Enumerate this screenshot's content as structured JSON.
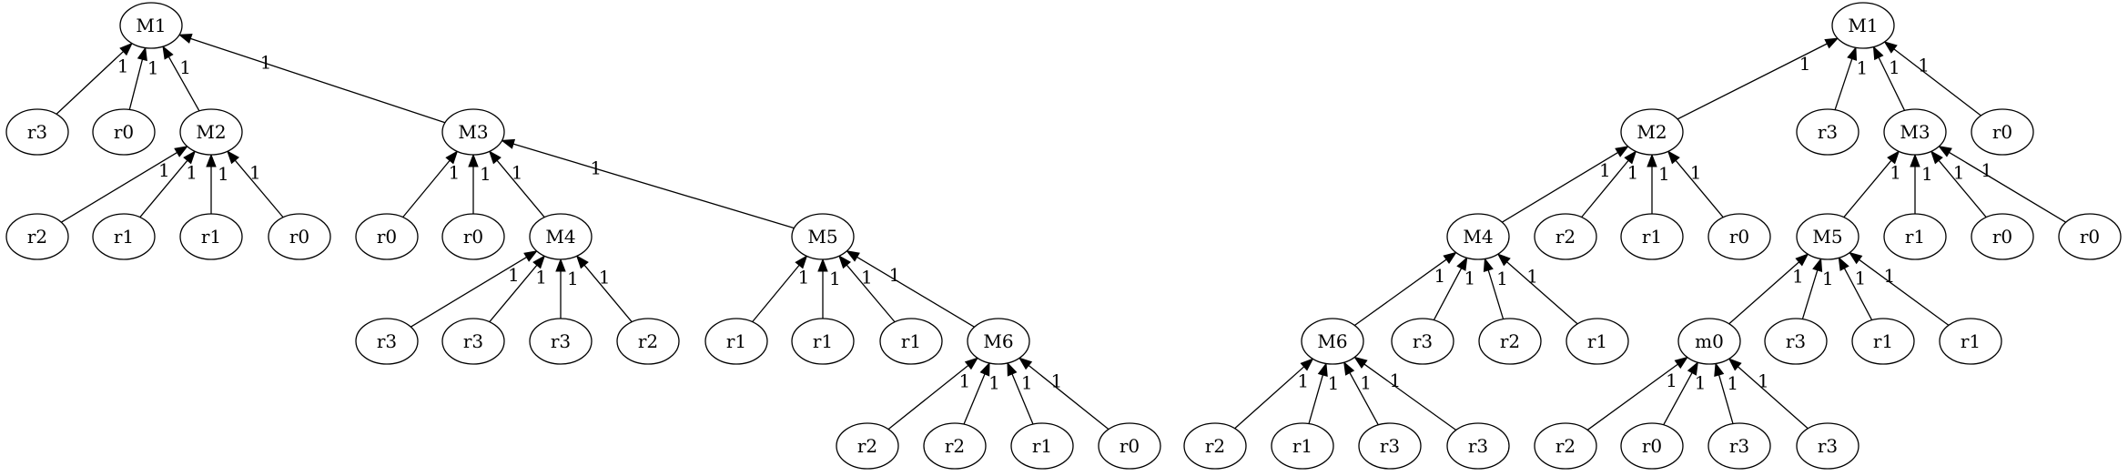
{
  "diagram": {
    "type": "tree",
    "trees": [
      {
        "nodes": [
          {
            "id": "a0",
            "label": "M1"
          },
          {
            "id": "a1",
            "label": "r3"
          },
          {
            "id": "a2",
            "label": "r0"
          },
          {
            "id": "a3",
            "label": "M2"
          },
          {
            "id": "a4",
            "label": "M3"
          },
          {
            "id": "a5",
            "label": "r2"
          },
          {
            "id": "a6",
            "label": "r1"
          },
          {
            "id": "a7",
            "label": "r1"
          },
          {
            "id": "a8",
            "label": "r0"
          },
          {
            "id": "a9",
            "label": "r0"
          },
          {
            "id": "a10",
            "label": "r0"
          },
          {
            "id": "a11",
            "label": "M4"
          },
          {
            "id": "a12",
            "label": "M5"
          },
          {
            "id": "a13",
            "label": "r3"
          },
          {
            "id": "a14",
            "label": "r3"
          },
          {
            "id": "a15",
            "label": "r3"
          },
          {
            "id": "a16",
            "label": "r2"
          },
          {
            "id": "a17",
            "label": "r1"
          },
          {
            "id": "a18",
            "label": "r1"
          },
          {
            "id": "a19",
            "label": "r1"
          },
          {
            "id": "a20",
            "label": "M6"
          },
          {
            "id": "a21",
            "label": "r2"
          },
          {
            "id": "a22",
            "label": "r2"
          },
          {
            "id": "a23",
            "label": "r1"
          },
          {
            "id": "a24",
            "label": "r0"
          }
        ],
        "edges": [
          {
            "from": "a1",
            "to": "a0",
            "label": "1"
          },
          {
            "from": "a2",
            "to": "a0",
            "label": "1"
          },
          {
            "from": "a3",
            "to": "a0",
            "label": "1"
          },
          {
            "from": "a4",
            "to": "a0",
            "label": "1"
          },
          {
            "from": "a5",
            "to": "a3",
            "label": "1"
          },
          {
            "from": "a6",
            "to": "a3",
            "label": "1"
          },
          {
            "from": "a7",
            "to": "a3",
            "label": "1"
          },
          {
            "from": "a8",
            "to": "a3",
            "label": "1"
          },
          {
            "from": "a9",
            "to": "a4",
            "label": "1"
          },
          {
            "from": "a10",
            "to": "a4",
            "label": "1"
          },
          {
            "from": "a11",
            "to": "a4",
            "label": "1"
          },
          {
            "from": "a12",
            "to": "a4",
            "label": "1"
          },
          {
            "from": "a13",
            "to": "a11",
            "label": "1"
          },
          {
            "from": "a14",
            "to": "a11",
            "label": "1"
          },
          {
            "from": "a15",
            "to": "a11",
            "label": "1"
          },
          {
            "from": "a16",
            "to": "a11",
            "label": "1"
          },
          {
            "from": "a17",
            "to": "a12",
            "label": "1"
          },
          {
            "from": "a18",
            "to": "a12",
            "label": "1"
          },
          {
            "from": "a19",
            "to": "a12",
            "label": "1"
          },
          {
            "from": "a20",
            "to": "a12",
            "label": "1"
          },
          {
            "from": "a21",
            "to": "a20",
            "label": "1"
          },
          {
            "from": "a22",
            "to": "a20",
            "label": "1"
          },
          {
            "from": "a23",
            "to": "a20",
            "label": "1"
          },
          {
            "from": "a24",
            "to": "a20",
            "label": "1"
          }
        ]
      },
      {
        "nodes": [
          {
            "id": "b0",
            "label": "M1"
          },
          {
            "id": "b1",
            "label": "M2"
          },
          {
            "id": "b2",
            "label": "r3"
          },
          {
            "id": "b3",
            "label": "M3"
          },
          {
            "id": "b4",
            "label": "r0"
          },
          {
            "id": "b5",
            "label": "M4"
          },
          {
            "id": "b6",
            "label": "r2"
          },
          {
            "id": "b7",
            "label": "r1"
          },
          {
            "id": "b8",
            "label": "r0"
          },
          {
            "id": "b9",
            "label": "M5"
          },
          {
            "id": "b10",
            "label": "r1"
          },
          {
            "id": "b11",
            "label": "r0"
          },
          {
            "id": "b12",
            "label": "r0"
          },
          {
            "id": "b13",
            "label": "M6"
          },
          {
            "id": "b14",
            "label": "r3"
          },
          {
            "id": "b15",
            "label": "r2"
          },
          {
            "id": "b16",
            "label": "r1"
          },
          {
            "id": "b17",
            "label": "m0"
          },
          {
            "id": "b18",
            "label": "r3"
          },
          {
            "id": "b19",
            "label": "r1"
          },
          {
            "id": "b20",
            "label": "r1"
          },
          {
            "id": "b21",
            "label": "r2"
          },
          {
            "id": "b22",
            "label": "r1"
          },
          {
            "id": "b23",
            "label": "r3"
          },
          {
            "id": "b24",
            "label": "r3"
          },
          {
            "id": "b25",
            "label": "r2"
          },
          {
            "id": "b26",
            "label": "r0"
          },
          {
            "id": "b27",
            "label": "r3"
          },
          {
            "id": "b28",
            "label": "r3"
          }
        ],
        "edges": [
          {
            "from": "b1",
            "to": "b0",
            "label": "1"
          },
          {
            "from": "b2",
            "to": "b0",
            "label": "1"
          },
          {
            "from": "b3",
            "to": "b0",
            "label": "1"
          },
          {
            "from": "b4",
            "to": "b0",
            "label": "1"
          },
          {
            "from": "b5",
            "to": "b1",
            "label": "1"
          },
          {
            "from": "b6",
            "to": "b1",
            "label": "1"
          },
          {
            "from": "b7",
            "to": "b1",
            "label": "1"
          },
          {
            "from": "b8",
            "to": "b1",
            "label": "1"
          },
          {
            "from": "b9",
            "to": "b3",
            "label": "1"
          },
          {
            "from": "b10",
            "to": "b3",
            "label": "1"
          },
          {
            "from": "b11",
            "to": "b3",
            "label": "1"
          },
          {
            "from": "b12",
            "to": "b3",
            "label": "1"
          },
          {
            "from": "b13",
            "to": "b5",
            "label": "1"
          },
          {
            "from": "b14",
            "to": "b5",
            "label": "1"
          },
          {
            "from": "b15",
            "to": "b5",
            "label": "1"
          },
          {
            "from": "b16",
            "to": "b5",
            "label": "1"
          },
          {
            "from": "b17",
            "to": "b9",
            "label": "1"
          },
          {
            "from": "b18",
            "to": "b9",
            "label": "1"
          },
          {
            "from": "b19",
            "to": "b9",
            "label": "1"
          },
          {
            "from": "b20",
            "to": "b9",
            "label": "1"
          },
          {
            "from": "b21",
            "to": "b13",
            "label": "1"
          },
          {
            "from": "b22",
            "to": "b13",
            "label": "1"
          },
          {
            "from": "b23",
            "to": "b13",
            "label": "1"
          },
          {
            "from": "b24",
            "to": "b13",
            "label": "1"
          },
          {
            "from": "b25",
            "to": "b17",
            "label": "1"
          },
          {
            "from": "b26",
            "to": "b17",
            "label": "1"
          },
          {
            "from": "b27",
            "to": "b17",
            "label": "1"
          },
          {
            "from": "b28",
            "to": "b17",
            "label": "1"
          }
        ]
      }
    ]
  }
}
